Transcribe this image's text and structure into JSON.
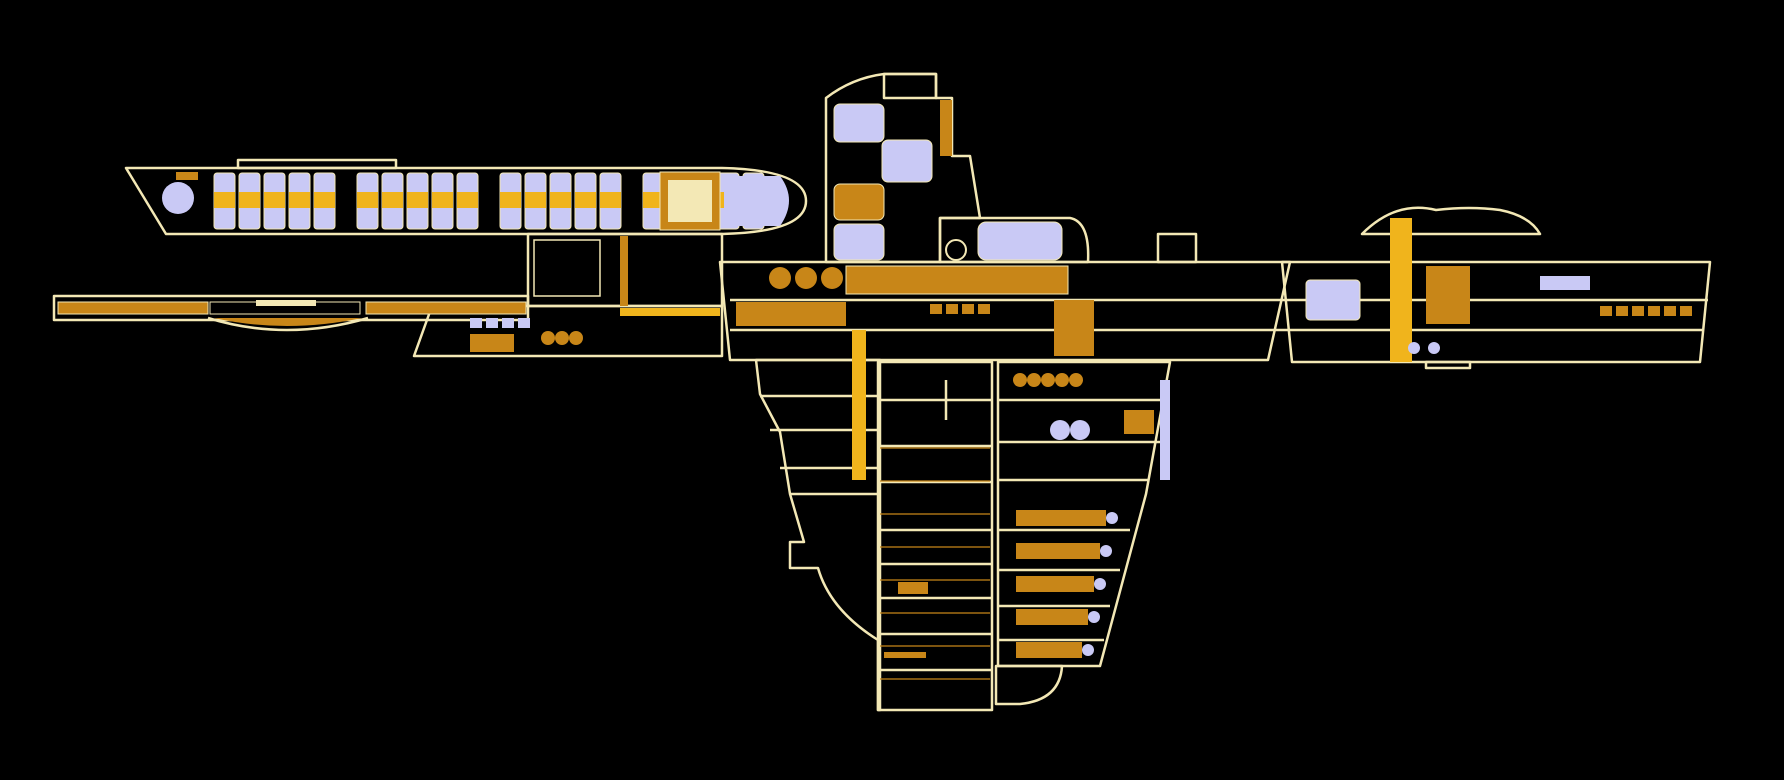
{
  "palette": {
    "background": "#000000",
    "hull": "#f3e8b5",
    "amber": "#c88618",
    "gold": "#f0b41c",
    "lavender": "#c9c9f5",
    "lavender_dark": "#8c8cd8"
  },
  "sections": [
    {
      "id": "pod-stack",
      "count": 20
    },
    {
      "id": "forward-boom",
      "count": 1
    },
    {
      "id": "shuttle-bay",
      "count": 1
    },
    {
      "id": "central-tower",
      "count": 5
    },
    {
      "id": "main-deck",
      "count": 1
    },
    {
      "id": "vertical-shaft",
      "count": 8
    },
    {
      "id": "cargo-hold",
      "count": 5
    },
    {
      "id": "aft-module",
      "count": 1
    }
  ]
}
